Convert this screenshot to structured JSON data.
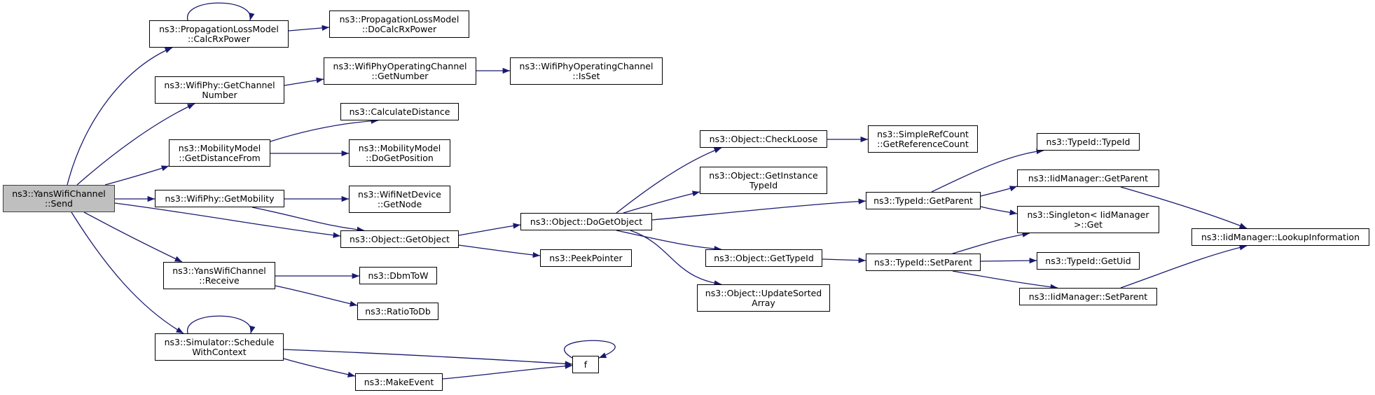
{
  "diagram": {
    "type": "call-graph",
    "nodes": {
      "send": "ns3::YansWifiChannel\n::Send",
      "calcRxPower": "ns3::PropagationLossModel\n::CalcRxPower",
      "doCalcRxPower": "ns3::PropagationLossModel\n::DoCalcRxPower",
      "getChannelNumber": "ns3::WifiPhy::GetChannel\nNumber",
      "opGetNumber": "ns3::WifiPhyOperatingChannel\n::GetNumber",
      "opIsSet": "ns3::WifiPhyOperatingChannel\n::IsSet",
      "getDistanceFrom": "ns3::MobilityModel\n::GetDistanceFrom",
      "calculateDistance": "ns3::CalculateDistance",
      "doGetPosition": "ns3::MobilityModel\n::DoGetPosition",
      "getMobility": "ns3::WifiPhy::GetMobility",
      "getNode": "ns3::WifiNetDevice\n::GetNode",
      "getObject": "ns3::Object::GetObject",
      "doGetObject": "ns3::Object::DoGetObject",
      "peekPointer": "ns3::PeekPointer",
      "receive": "ns3::YansWifiChannel\n::Receive",
      "dbmToW": "ns3::DbmToW",
      "ratioToDb": "ns3::RatioToDb",
      "scheduleWithContext": "ns3::Simulator::Schedule\nWithContext",
      "f": "f",
      "makeEvent": "ns3::MakeEvent",
      "checkLoose": "ns3::Object::CheckLoose",
      "getReferenceCount": "ns3::SimpleRefCount\n::GetReferenceCount",
      "getInstanceTypeId": "ns3::Object::GetInstance\nTypeId",
      "getTypeId": "ns3::Object::GetTypeId",
      "updateSortedArray": "ns3::Object::UpdateSorted\nArray",
      "typeIdGetParent": "ns3::TypeId::GetParent",
      "typeIdSetParent": "ns3::TypeId::SetParent",
      "typeIdTypeId": "ns3::TypeId::TypeId",
      "iidGetParent": "ns3::IidManager::GetParent",
      "singletonGet": "ns3::Singleton< IidManager\n>::Get",
      "typeIdGetUid": "ns3::TypeId::GetUid",
      "iidSetParent": "ns3::IidManager::SetParent",
      "lookupInformation": "ns3::IidManager::LookupInformation"
    },
    "edges": [
      [
        "send",
        "calcRxPower"
      ],
      [
        "send",
        "getChannelNumber"
      ],
      [
        "send",
        "getDistanceFrom"
      ],
      [
        "send",
        "getMobility"
      ],
      [
        "send",
        "getObject"
      ],
      [
        "send",
        "receive"
      ],
      [
        "send",
        "scheduleWithContext"
      ],
      [
        "calcRxPower",
        "calcRxPower"
      ],
      [
        "calcRxPower",
        "doCalcRxPower"
      ],
      [
        "getChannelNumber",
        "opGetNumber"
      ],
      [
        "opGetNumber",
        "opIsSet"
      ],
      [
        "getDistanceFrom",
        "calculateDistance"
      ],
      [
        "getDistanceFrom",
        "doGetPosition"
      ],
      [
        "getMobility",
        "getNode"
      ],
      [
        "getMobility",
        "getObject"
      ],
      [
        "getObject",
        "doGetObject"
      ],
      [
        "getObject",
        "peekPointer"
      ],
      [
        "receive",
        "dbmToW"
      ],
      [
        "receive",
        "ratioToDb"
      ],
      [
        "scheduleWithContext",
        "scheduleWithContext"
      ],
      [
        "scheduleWithContext",
        "f"
      ],
      [
        "scheduleWithContext",
        "makeEvent"
      ],
      [
        "makeEvent",
        "f"
      ],
      [
        "f",
        "f"
      ],
      [
        "doGetObject",
        "checkLoose"
      ],
      [
        "doGetObject",
        "getInstanceTypeId"
      ],
      [
        "doGetObject",
        "typeIdGetParent"
      ],
      [
        "doGetObject",
        "getTypeId"
      ],
      [
        "doGetObject",
        "updateSortedArray"
      ],
      [
        "checkLoose",
        "getReferenceCount"
      ],
      [
        "getTypeId",
        "typeIdSetParent"
      ],
      [
        "typeIdGetParent",
        "typeIdTypeId"
      ],
      [
        "typeIdGetParent",
        "iidGetParent"
      ],
      [
        "typeIdGetParent",
        "singletonGet"
      ],
      [
        "typeIdSetParent",
        "singletonGet"
      ],
      [
        "typeIdSetParent",
        "typeIdGetUid"
      ],
      [
        "typeIdSetParent",
        "iidSetParent"
      ],
      [
        "iidGetParent",
        "lookupInformation"
      ],
      [
        "iidSetParent",
        "lookupInformation"
      ]
    ],
    "colors": {
      "edge": "#191970",
      "root_fill": "#bfbfbf",
      "node_border": "#000000"
    }
  }
}
